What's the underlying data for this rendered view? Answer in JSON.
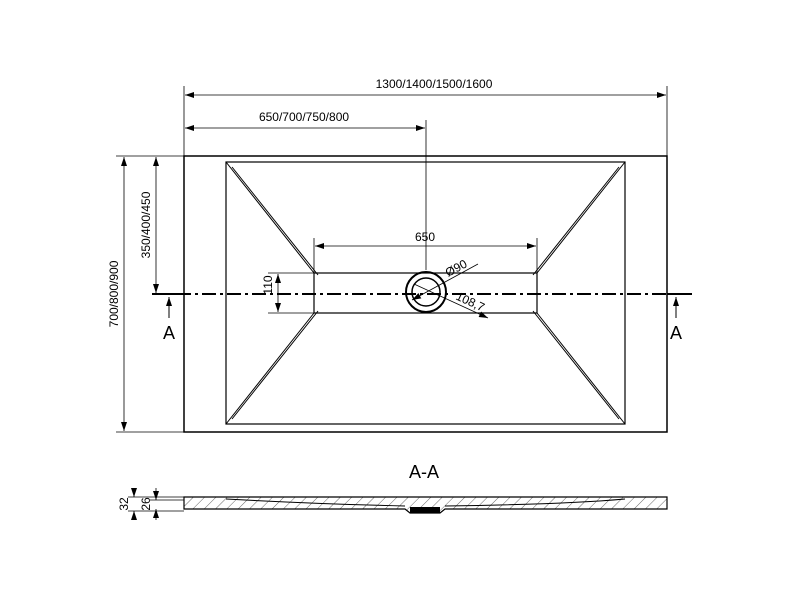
{
  "plan": {
    "overall_width": "1300/1400/1500/1600",
    "half_width": "650/700/750/800",
    "overall_depth": "700/800/900",
    "half_depth": "350/400/450",
    "channel_length": "650",
    "channel_width": "110",
    "drain_diameter": "Ø90",
    "drain_outer": "108,7",
    "section_left": "A",
    "section_right": "A"
  },
  "section": {
    "title": "A-A",
    "height_total": "32",
    "height_body": "26"
  }
}
